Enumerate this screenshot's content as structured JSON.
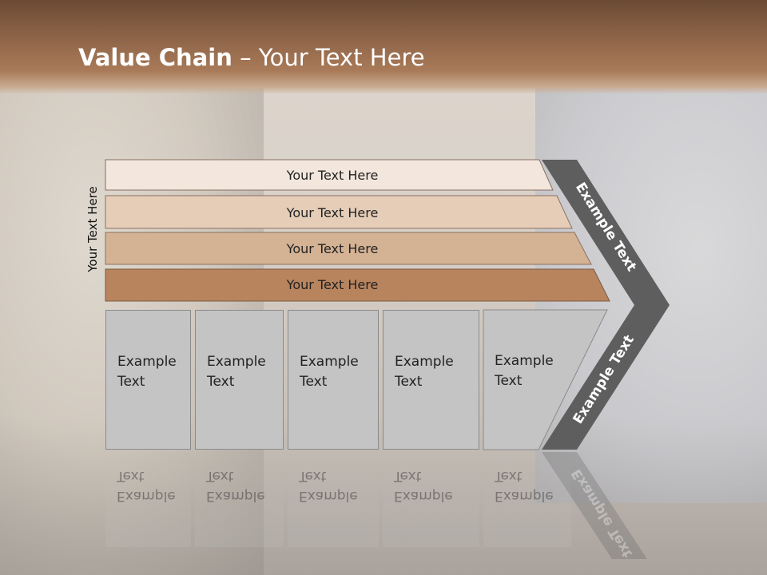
{
  "slide": {
    "title_bold": "Value Chain",
    "title_rest": " – Your Text Here",
    "side_label": "Your Text Here"
  },
  "rows": [
    {
      "label": "Your Text Here",
      "color": "#f2e6dd"
    },
    {
      "label": "Your Text Here",
      "color": "#e6cdb8"
    },
    {
      "label": "Your Text Here",
      "color": "#d4b294"
    },
    {
      "label": "Your Text Here",
      "color": "#b8845e"
    }
  ],
  "boxes": [
    {
      "line1": "Example",
      "line2": "Text"
    },
    {
      "line1": "Example",
      "line2": "Text"
    },
    {
      "line1": "Example",
      "line2": "Text"
    },
    {
      "line1": "Example",
      "line2": "Text"
    },
    {
      "line1": "Example",
      "line2": "Text"
    }
  ],
  "chevron": {
    "upper_label": "Example Text",
    "lower_label": "Example Text",
    "color": "#5e5e5e"
  }
}
